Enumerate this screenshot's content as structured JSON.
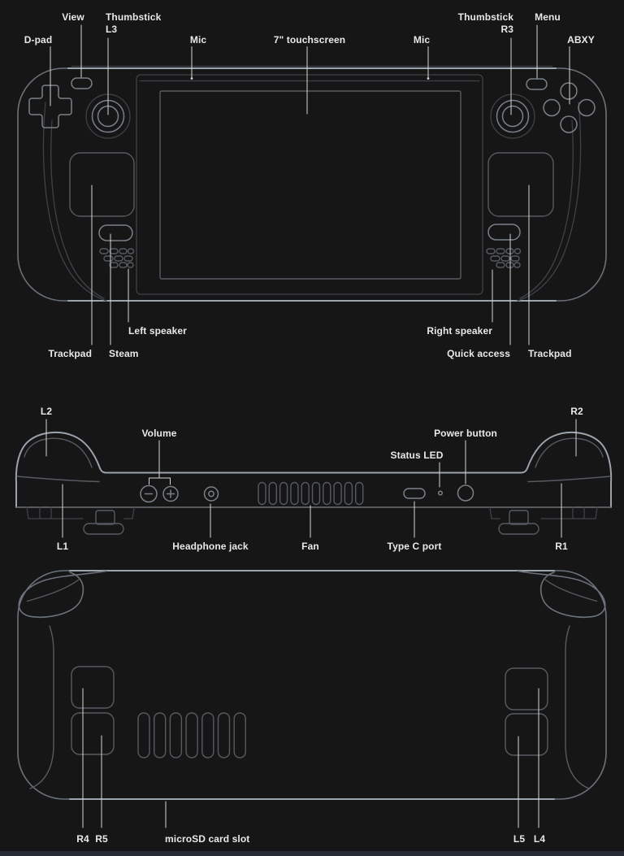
{
  "diagram_title": "Steam Deck hardware callout diagram",
  "colors": {
    "background": "#161616",
    "outline_bright": "#9ba3ad",
    "outline_body": "#6c727b",
    "outline_dim": "#565b62",
    "leader_line": "#d4d5d6",
    "label_text": "#e7e8e9",
    "footer_bar": "#252a34"
  },
  "front_view": {
    "callouts": {
      "dpad": {
        "label": "D-pad"
      },
      "view": {
        "label": "View"
      },
      "thumbstick_l": {
        "label": "Thumbstick",
        "label2": "L3"
      },
      "mic_left": {
        "label": "Mic"
      },
      "touchscreen": {
        "label": "7\" touchscreen"
      },
      "mic_right": {
        "label": "Mic"
      },
      "thumbstick_r": {
        "label": "Thumbstick",
        "label2": "R3"
      },
      "menu": {
        "label": "Menu"
      },
      "abxy": {
        "label": "ABXY"
      },
      "left_speaker": {
        "label": "Left speaker"
      },
      "trackpad_left": {
        "label": "Trackpad"
      },
      "steam": {
        "label": "Steam"
      },
      "right_speaker": {
        "label": "Right speaker"
      },
      "quick_access": {
        "label": "Quick access"
      },
      "trackpad_right": {
        "label": "Trackpad"
      }
    }
  },
  "top_view": {
    "callouts": {
      "l2": {
        "label": "L2"
      },
      "volume": {
        "label": "Volume"
      },
      "status_led": {
        "label": "Status LED"
      },
      "power_button": {
        "label": "Power button"
      },
      "r2": {
        "label": "R2"
      },
      "l1": {
        "label": "L1"
      },
      "headphone_jack": {
        "label": "Headphone jack"
      },
      "fan": {
        "label": "Fan"
      },
      "type_c": {
        "label": "Type C port"
      },
      "r1": {
        "label": "R1"
      }
    }
  },
  "back_view": {
    "callouts": {
      "r4": {
        "label": "R4"
      },
      "r5": {
        "label": "R5"
      },
      "microsd": {
        "label": "microSD card slot"
      },
      "l5": {
        "label": "L5"
      },
      "l4": {
        "label": "L4"
      }
    }
  }
}
